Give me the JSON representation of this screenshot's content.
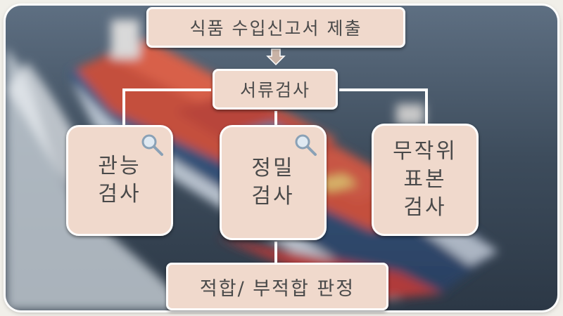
{
  "diagram": {
    "step_submit": "식품 수입신고서 제출",
    "step_document": "서류검사",
    "inspections": [
      {
        "label": "관능\n검사",
        "icon": "magnifier-icon"
      },
      {
        "label": "정밀\n검사",
        "icon": "magnifier-icon"
      },
      {
        "label": "무작위\n표본\n검사"
      }
    ],
    "result": "적합/ 부적합 판정"
  },
  "colors": {
    "box_fill": "#f0d9cc",
    "box_text": "#4a4a4a",
    "connector": "#ffffff",
    "arrow": "#c9b3a6"
  },
  "background": {
    "subject": "container ship at sea (blurred photo)"
  }
}
